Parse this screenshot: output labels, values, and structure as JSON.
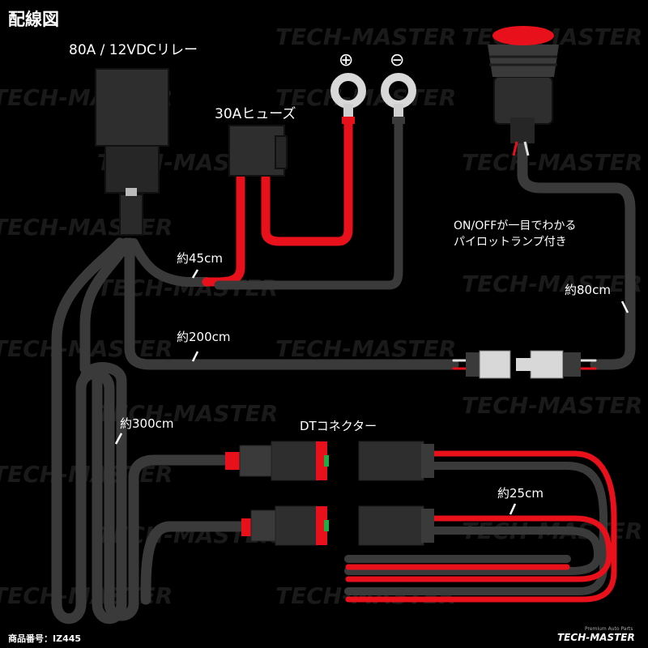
{
  "title": "配線図",
  "relay_label": "80A / 12VDCリレー",
  "fuse_label": "30Aヒューズ",
  "positive_symbol": "⊕",
  "negative_symbol": "⊖",
  "switch_note_line1": "ON/OFFが一目でわかる",
  "switch_note_line2": "パイロットランプ付き",
  "length_45": "約45cm",
  "length_80": "約80cm",
  "length_200": "約200cm",
  "length_300": "約300cm",
  "length_25": "約25cm",
  "dt_connector_label": "DTコネクター",
  "product_number": "商品番号：IZ445",
  "watermark_text": "TECH-MASTER",
  "watermark_tagline": "Premium Auto Parts",
  "brand_logo": "TECH-MASTER",
  "colors": {
    "background": "#000000",
    "wire_gray": "#3a3a3a",
    "wire_red": "#e8101a",
    "component": "#2e2e2e",
    "text": "#ffffff"
  }
}
